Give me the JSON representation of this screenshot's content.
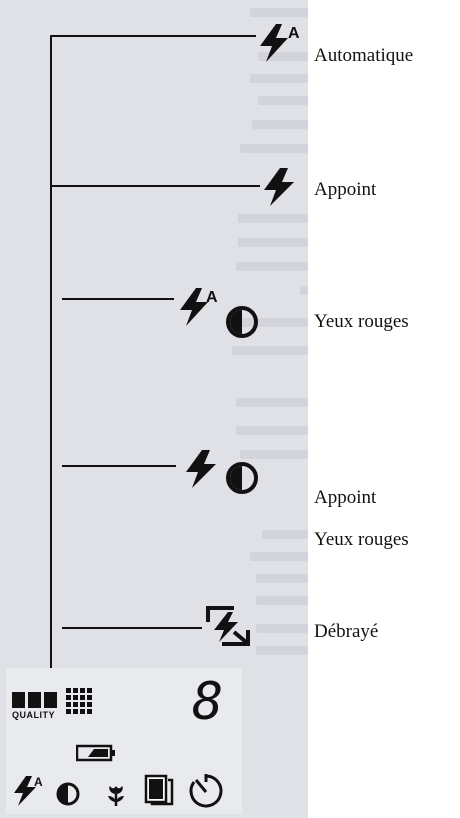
{
  "modes": [
    {
      "id": "auto",
      "label": "Automatique",
      "icons": [
        "flash-auto-icon"
      ]
    },
    {
      "id": "fill",
      "label": "Appoint",
      "icons": [
        "flash-icon"
      ]
    },
    {
      "id": "redeye-auto",
      "label": "Yeux rouges",
      "icons": [
        "flash-auto-icon",
        "red-eye-icon"
      ]
    },
    {
      "id": "redeye-fill",
      "label_line1": "Appoint",
      "label_line2": "Yeux rouges",
      "icons": [
        "flash-icon",
        "red-eye-icon"
      ]
    },
    {
      "id": "off",
      "label": "Débrayé",
      "icons": [
        "flash-off-icon"
      ]
    }
  ],
  "lcd_panel": {
    "quality_label": "QUALITY",
    "counter_digit": "8",
    "icons": [
      "quality-blocks-icon",
      "grid-icon",
      "battery-icon",
      "flash-auto-icon",
      "red-eye-icon",
      "macro-flower-icon",
      "card-icon",
      "self-timer-icon"
    ]
  },
  "colors": {
    "ink": "#111111",
    "background_scan": "#dfe1e6",
    "page": "#ffffff"
  }
}
